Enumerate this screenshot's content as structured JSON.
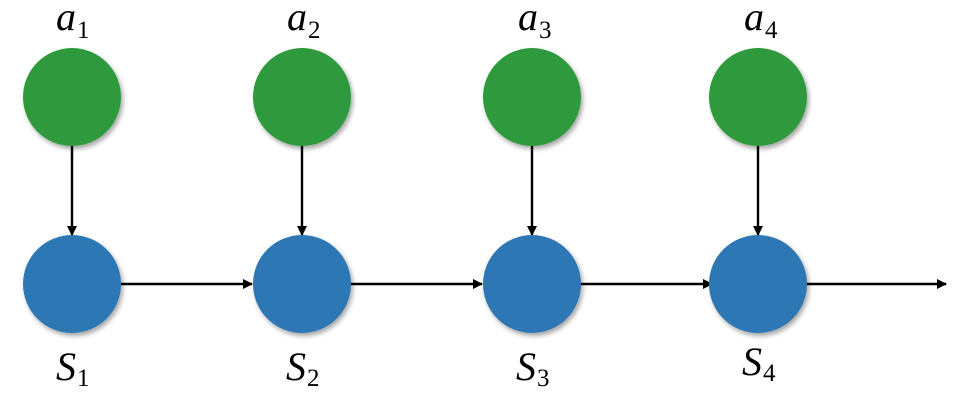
{
  "colors": {
    "action_node": "#2e9a3e",
    "state_node": "#2e77b5",
    "edge": "#000000"
  },
  "actions": [
    {
      "letter": "a",
      "subscript": "1"
    },
    {
      "letter": "a",
      "subscript": "2"
    },
    {
      "letter": "a",
      "subscript": "3"
    },
    {
      "letter": "a",
      "subscript": "4"
    }
  ],
  "states": [
    {
      "letter": "S",
      "subscript": "1"
    },
    {
      "letter": "S",
      "subscript": "2"
    },
    {
      "letter": "S",
      "subscript": "3"
    },
    {
      "letter": "S",
      "subscript": "4"
    }
  ]
}
